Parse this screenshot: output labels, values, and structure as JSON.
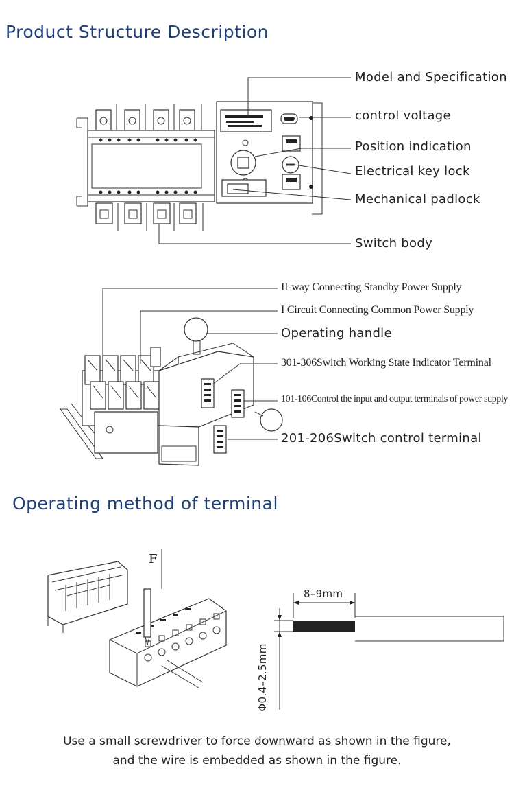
{
  "sections": {
    "structure_title": "Product Structure Description",
    "terminal_title": "Operating method of terminal"
  },
  "structure_labels": [
    "Model and Specification",
    "control voltage",
    "Position indication",
    "Electrical key lock",
    "Mechanical padlock",
    "Switch body"
  ],
  "terminal_labels": [
    "II-way Connecting Standby Power Supply",
    "I Circuit Connecting Common Power Supply",
    "Operating handle",
    "301-306Switch Working State Indicator Terminal",
    "101-106Control the input and output terminals of power supply",
    "201-206Switch control terminal"
  ],
  "operating": {
    "force_label": "F",
    "strip_length": "8–9mm",
    "wire_diameter": "Φ0.4–2.5mm"
  },
  "caption": {
    "line1": "Use a small screwdriver to force downward as shown in the figure,",
    "line2": "and the wire is embedded as shown in the figure."
  }
}
